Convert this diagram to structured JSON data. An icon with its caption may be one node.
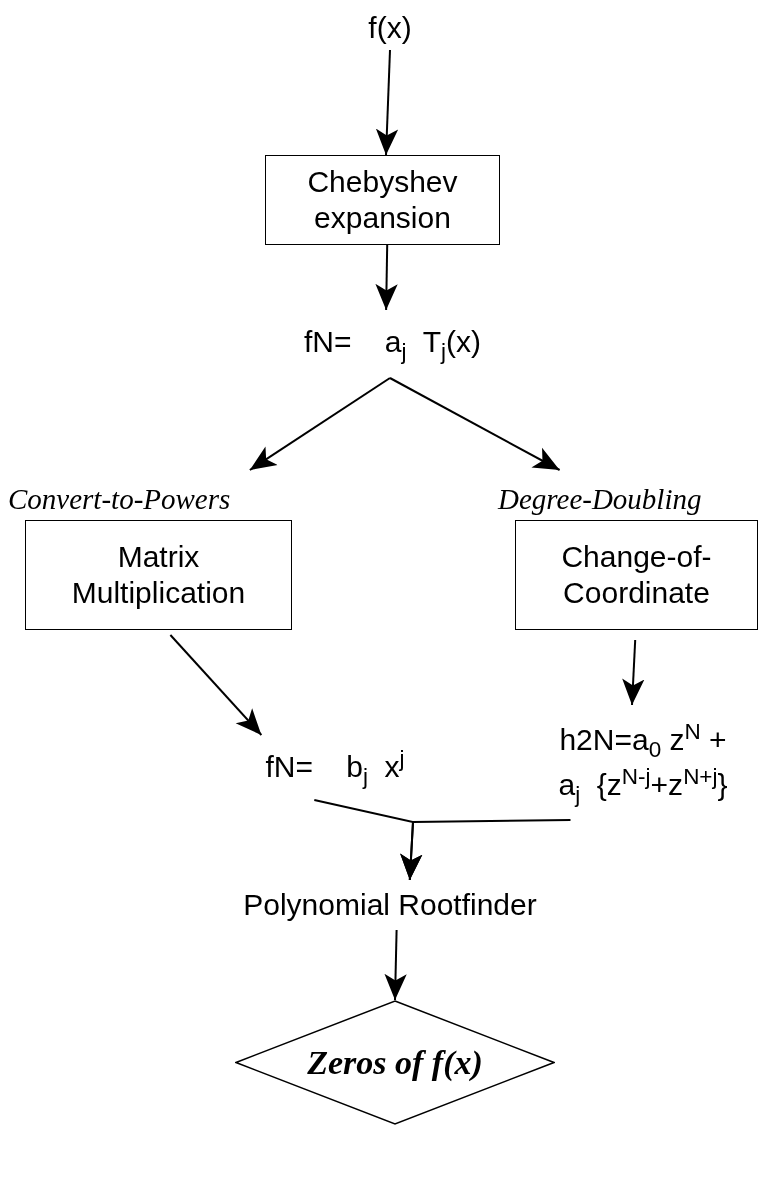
{
  "diagram": {
    "nodes": [
      {
        "text": [
          "f(x)"
        ]
      },
      {
        "text": [
          "Chebyshev expansion"
        ]
      },
      {
        "text": [
          "fN=    a$_{j}$  T$_{j}$(x)"
        ]
      },
      {
        "text": [
          "Convert-to-Powers",
          "Matrix Multiplication"
        ]
      },
      {
        "text": [
          "Degree-Doubling",
          "Change-of-Coordinate"
        ]
      },
      {
        "text": [
          "fN=    b$_{j}$  x$^{j}$"
        ]
      },
      {
        "text": [
          "h2N=a$_{0}$ z$^{N}$ + a$_{j}$  {z$^{N-j}$+z$^{N+j}$}"
        ]
      },
      {
        "text": [
          "Polynomial Rootfinder"
        ]
      },
      {
        "text": [
          "Zeros of f(x)"
        ]
      }
    ],
    "edges": [
      {
        "from": 0,
        "to": 1,
        "arrow": "to"
      },
      {
        "from": 1,
        "to": 2,
        "arrow": "to"
      },
      {
        "from": 2,
        "to": 3,
        "arrow": "to"
      },
      {
        "from": 2,
        "to": 4,
        "arrow": "to"
      },
      {
        "from": 3,
        "to": 5,
        "arrow": "to"
      },
      {
        "from": 4,
        "to": 6,
        "arrow": "to"
      },
      {
        "from": 5,
        "to": 7,
        "arrow": "to"
      },
      {
        "from": 6,
        "to": 7,
        "arrow": "to"
      },
      {
        "from": 7,
        "to": 8,
        "arrow": "to"
      }
    ]
  }
}
